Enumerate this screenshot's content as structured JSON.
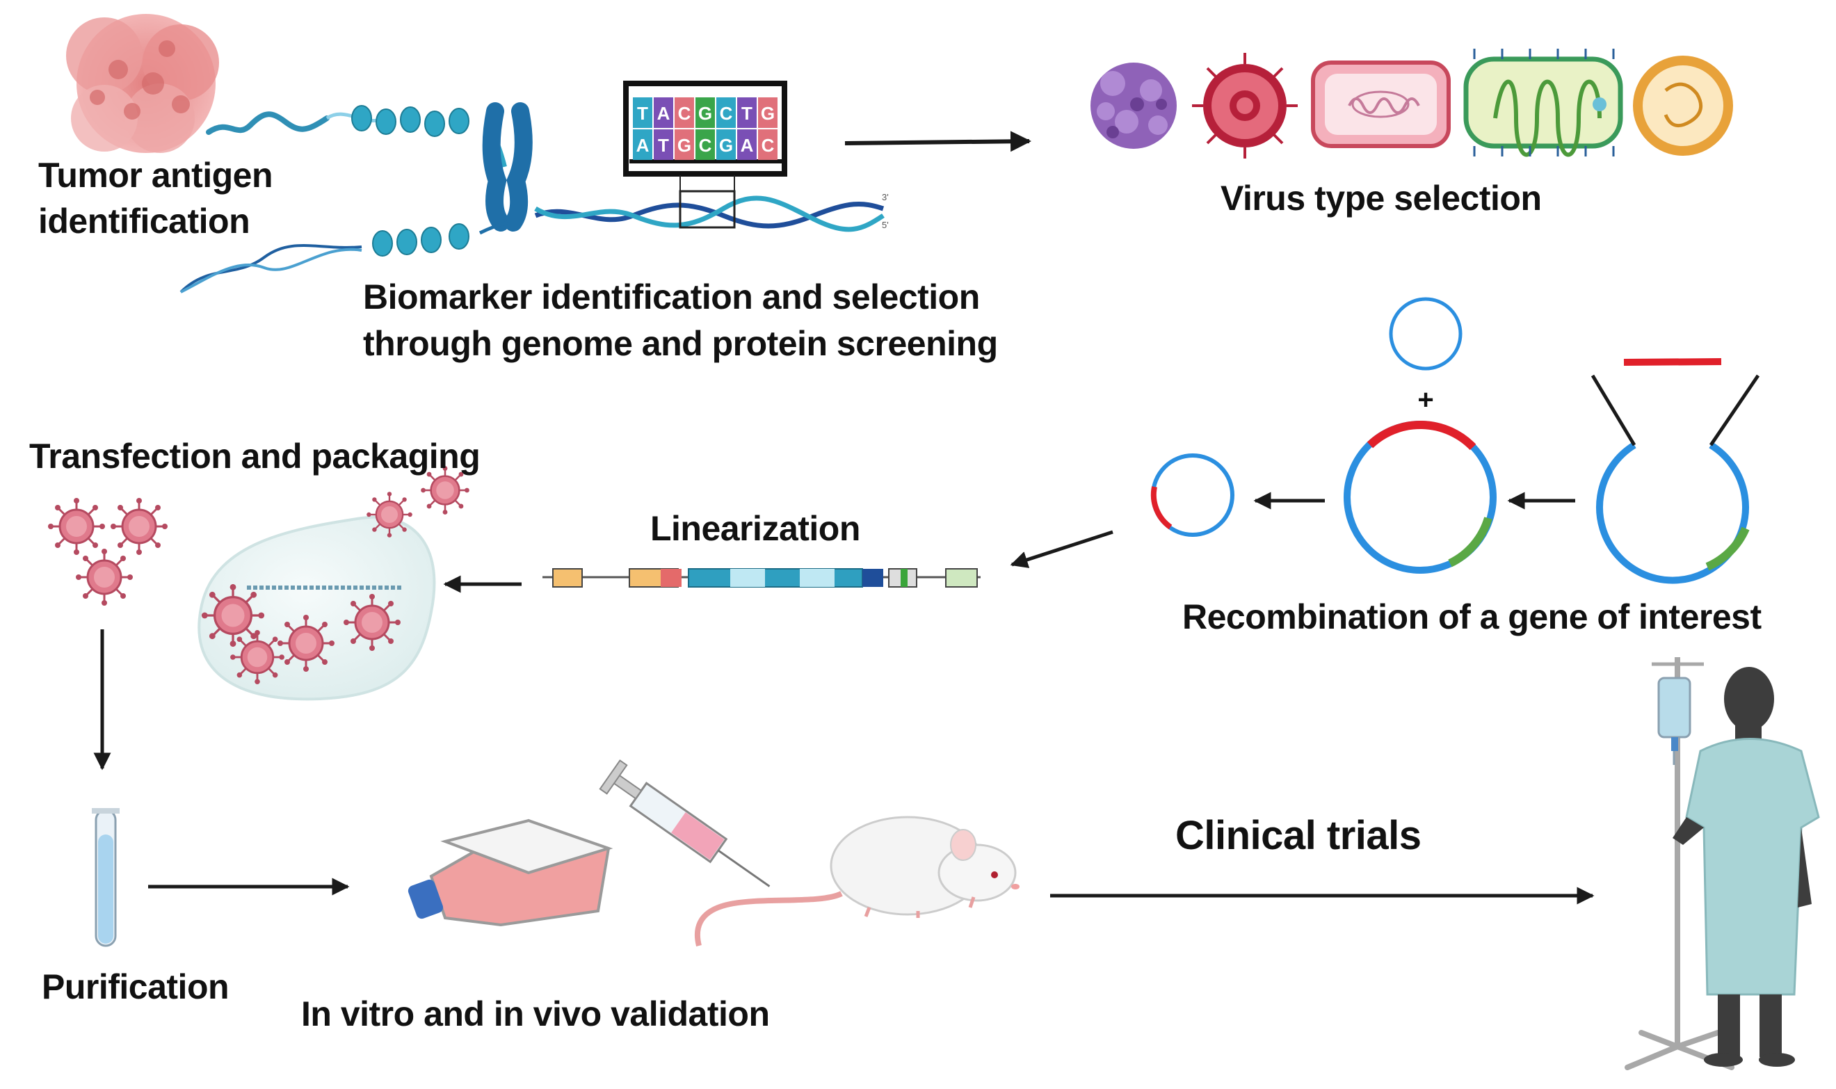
{
  "labels": {
    "tumor_antigen": "Tumor antigen",
    "identification": "identification",
    "biomarker_line1": "Biomarker identification and selection",
    "biomarker_line2": "through genome and protein screening",
    "virus_type_selection": "Virus type selection",
    "transfection": "Transfection and packaging",
    "linearization": "Linearization",
    "recombination": "Recombination of a gene of interest",
    "purification": "Purification",
    "validation": "In vitro and in vivo validation",
    "clinical_trials": "Clinical trials"
  },
  "sequencer": {
    "top_bases": [
      "T",
      "A",
      "C",
      "G",
      "C",
      "T",
      "G"
    ],
    "bottom_bases": [
      "A",
      "T",
      "G",
      "C",
      "G",
      "A",
      "C"
    ],
    "strand_end_3": "3'",
    "strand_end_5": "5'"
  },
  "plus_sign": "+",
  "colors": {
    "arrow": "#1a1a1a",
    "tumor": "#e58a8a",
    "dna": "#2f8fb5",
    "plasmid_blue": "#2b8fe0",
    "plasmid_red": "#e0202a",
    "plasmid_green": "#5aa845",
    "virus_pink": "#d9687c",
    "gown": "#a9d4d6",
    "silhouette": "#3a3a3a"
  },
  "icons": [
    "tumor-cell-cluster-icon",
    "dna-chromosome-icon",
    "sequencer-monitor-icon",
    "virus-purple-icon",
    "virus-red-icon",
    "bacterium-pink-icon",
    "bacteriophage-green-icon",
    "virus-orange-icon",
    "plasmid-icon",
    "gene-construct-icon",
    "cell-icon",
    "test-tube-icon",
    "culture-flask-icon",
    "syringe-icon",
    "mouse-icon",
    "iv-stand-icon",
    "patient-icon"
  ]
}
